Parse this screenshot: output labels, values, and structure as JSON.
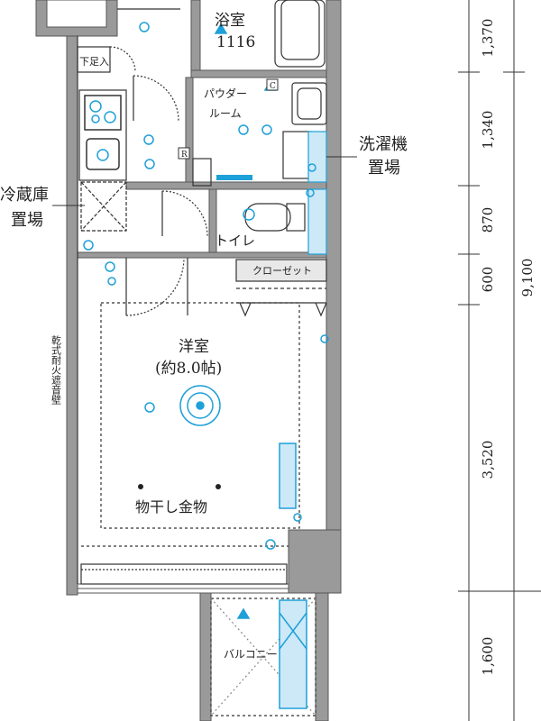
{
  "rooms": {
    "bath_name": "浴室",
    "bath_size": "1116",
    "powder_room_line1": "パウダー",
    "powder_room_line2": "ルーム",
    "shoe_box": "下足入",
    "washer_line1": "洗濯機",
    "washer_line2": "置場",
    "fridge_line1": "冷蔵庫",
    "fridge_line2": "置場",
    "toilet": "トイレ",
    "closet": "クローゼット",
    "western_room": "洋室",
    "western_room_size": "(約8.0帖)",
    "drying_hardware": "物干し金物",
    "balcony": "バルコニー",
    "wall_note": "乾式耐火遮音壁"
  },
  "dimensions": {
    "d1": "1,370",
    "d2": "1,340",
    "d3": "870",
    "d4": "600",
    "d5": "3,520",
    "d6": "1,600",
    "total": "9,100"
  },
  "symbols": {
    "c_mark": "C",
    "r_mark": "R"
  },
  "colors": {
    "wall": "#9a9a9a",
    "wall_dark": "#6a6a6a",
    "line": "#333333",
    "blue": "#1ea0d8",
    "light_blue": "#cde9f7"
  }
}
